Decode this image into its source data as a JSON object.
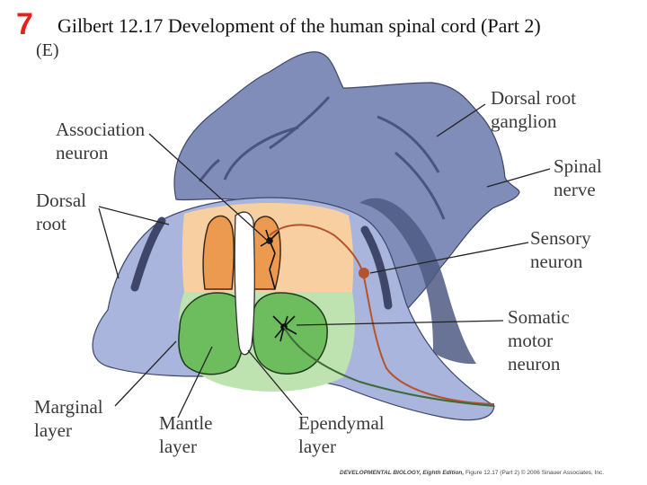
{
  "slide_number": "7",
  "title": "Gilbert 12.17  Development of the human spinal cord (Part 2)",
  "panel_label": "(E)",
  "labels": {
    "dorsal_root_ganglion": [
      "Dorsal root",
      "ganglion"
    ],
    "association_neuron": [
      "Association",
      "neuron"
    ],
    "spinal_nerve": [
      "Spinal",
      "nerve"
    ],
    "dorsal_root": [
      "Dorsal",
      "root"
    ],
    "sensory_neuron": [
      "Sensory",
      "neuron"
    ],
    "somatic_motor_neuron": [
      "Somatic",
      "motor",
      "neuron"
    ],
    "marginal_layer": [
      "Marginal",
      "layer"
    ],
    "mantle_layer": [
      "Mantle",
      "layer"
    ],
    "ependymal_layer": [
      "Ependymal",
      "layer"
    ]
  },
  "credit": {
    "book": "DEVELOPMENTAL BIOLOGY, Eighth Edition,",
    "rest": " Figure 12.17 (Part 2) © 2006 Sinauer Associates, Inc."
  },
  "colors": {
    "ganglion": "#7f8db8",
    "ganglion_shadow": "#4e5a82",
    "marginal_layer": "#a9b5dc",
    "dorsal_tissue": "#f7cfa0",
    "dorsal_horn": "#ec9a50",
    "ventral_tissue": "#bfe3b0",
    "ventral_horn": "#6dbd5e",
    "sensory_neuron": "#b5532c",
    "motor_axon": "#3c6b3a",
    "accent": "#e8201c"
  }
}
